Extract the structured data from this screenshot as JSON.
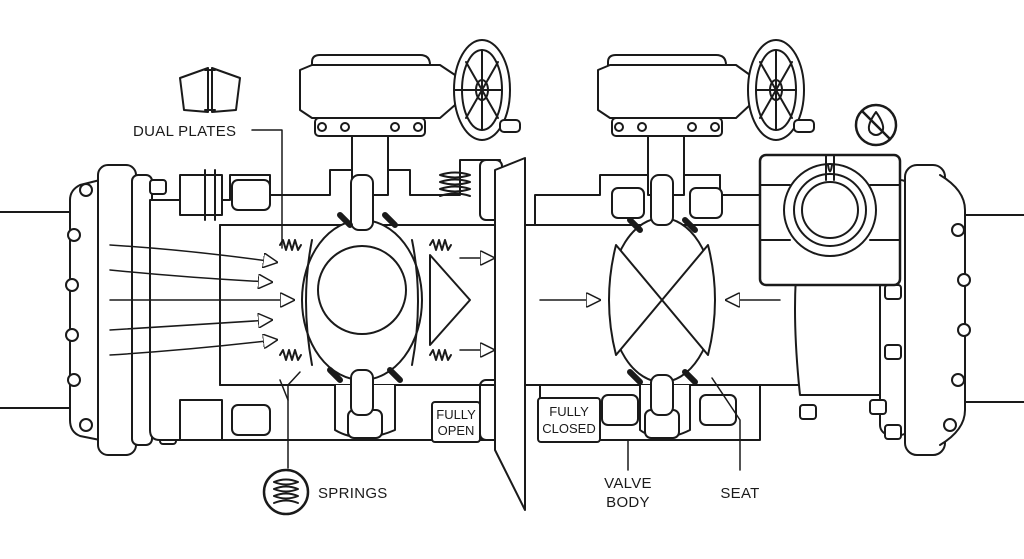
{
  "labels": {
    "dual_plates": "DUAL PLATES",
    "springs": "SPRINGS",
    "fully_open_line1": "FULLY",
    "fully_open_line2": "OPEN",
    "fully_closed_line1": "FULLY",
    "fully_closed_line2": "CLOSED",
    "valve_body_line1": "VALVE",
    "valve_body_line2": "BODY",
    "seat": "SEAT"
  },
  "icons": {
    "plates": "dual-plates-icon",
    "springs": "spring-icon",
    "no_leak": "no-drip-icon"
  },
  "colors": {
    "line": "#1a1a1a",
    "background": "#ffffff",
    "shade": "#d9d9d9"
  }
}
